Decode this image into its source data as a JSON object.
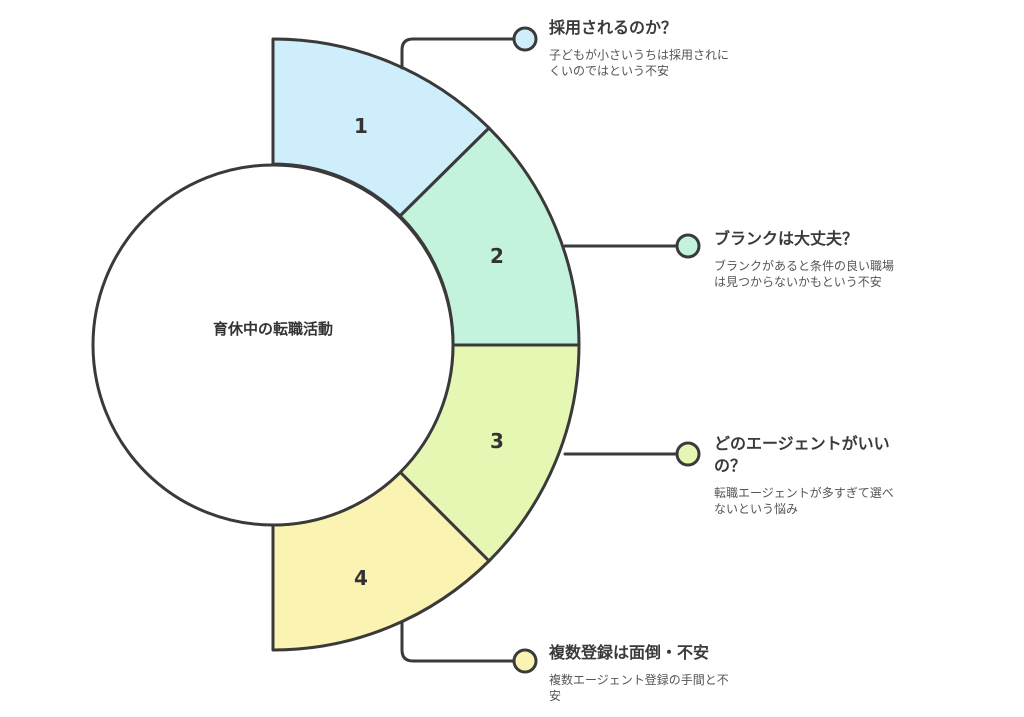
{
  "center": {
    "label": "育休中の転職活動"
  },
  "colors": {
    "segment_1": "#cfeefc",
    "segment_2": "#c4f3dd",
    "segment_3": "#e6f7b3",
    "segment_4": "#fbf3b2",
    "outline": "#3a3a3a"
  },
  "items": [
    {
      "number": "1",
      "title": "採用されるのか？",
      "description": "子どもが小さいうちは採用されにくいのではという不安"
    },
    {
      "number": "2",
      "title": "ブランクは大丈夫？",
      "description": "ブランクがあると条件の良い職場は見つからないかもという不安"
    },
    {
      "number": "3",
      "title": "どのエージェントがいいの？",
      "description": "転職エージェントが多すぎて選べないという悩み"
    },
    {
      "number": "4",
      "title": "複数登録は面倒・不安",
      "description": "複数エージェント登録の手間と不安"
    }
  ]
}
